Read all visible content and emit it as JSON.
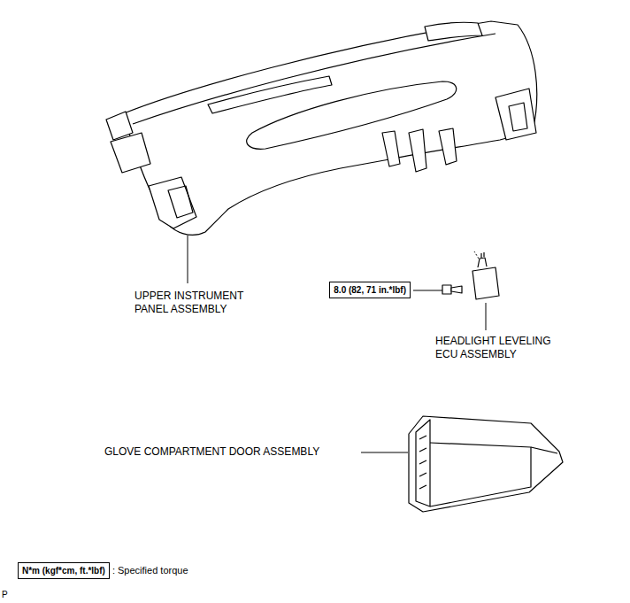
{
  "diagram": {
    "nodes": [
      {
        "text": [
          "8.0 (82, 71 in.*lbf)"
        ]
      },
      {
        "text": [
          "N*m (kgf*cm, ft.*lbf)"
        ]
      }
    ],
    "labels": [
      "UPPER INSTRUMENT PANEL ASSEMBLY",
      "HEADLIGHT LEVELING ECU ASSEMBLY",
      "GLOVE COMPARTMENT DOOR ASSEMBLY",
      "P"
    ],
    "legend": [
      {
        "text": ": Specified torque"
      }
    ]
  }
}
